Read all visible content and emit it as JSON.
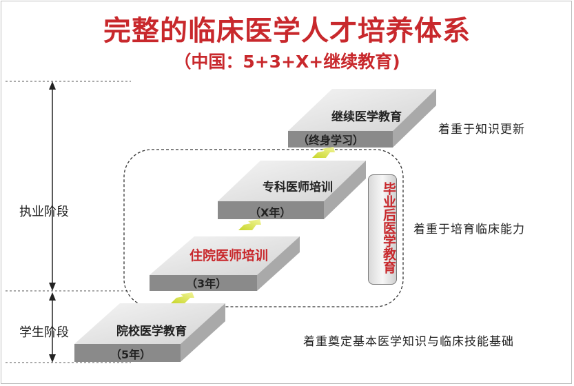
{
  "title": "完整的临床医学人才培养体系",
  "subtitle": "（中国：5+3+X+继续教育)",
  "stages": {
    "practice": "执业阶段",
    "student": "学生阶段"
  },
  "steps": [
    {
      "name": "院校医学教育",
      "duration": "（5年）"
    },
    {
      "name": "住院医师培训",
      "duration": "（3年）"
    },
    {
      "name": "专科医师培训",
      "duration": "（X年）"
    },
    {
      "name": "继续医学教育",
      "duration": "（终身学习）"
    }
  ],
  "postgrad_label": "毕业后医学教育",
  "notes": {
    "top": "着重于知识更新",
    "middle": "着重于培育临床能力",
    "bottom": "着重奠定基本医学知识与临床技能基础"
  },
  "colors": {
    "accent": "#c8282c",
    "platform_top": "#e6e6e6",
    "platform_side": "#8c8c8c",
    "arrow": "#d6e23a"
  }
}
